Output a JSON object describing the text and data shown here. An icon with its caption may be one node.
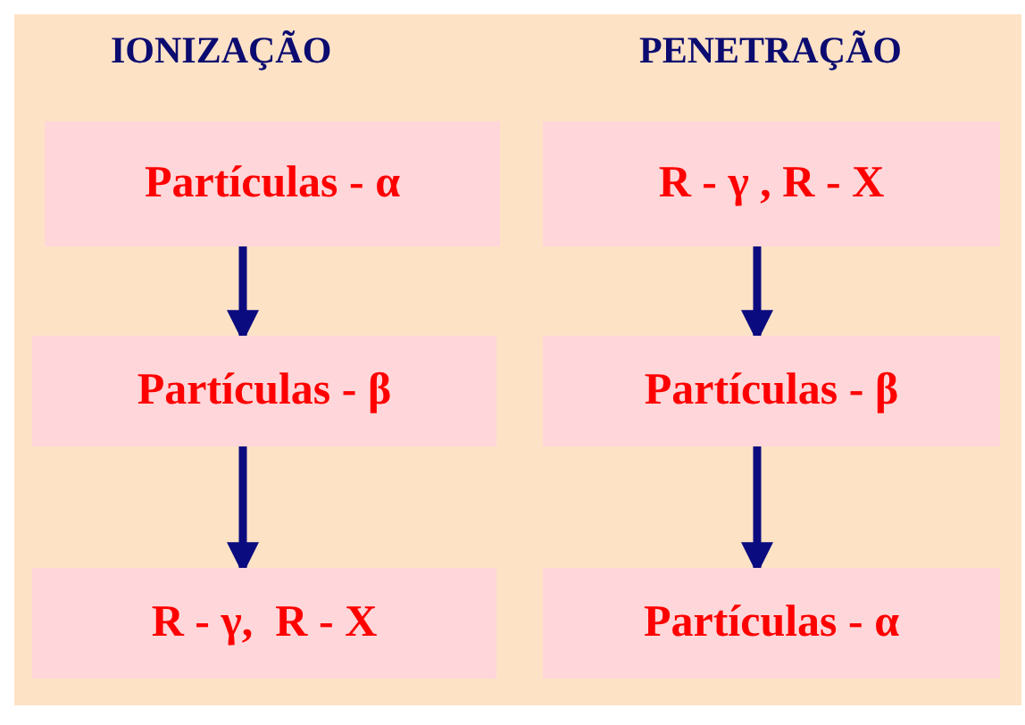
{
  "diagram": {
    "nodes": [
      {
        "text": [
          "Partículas - α"
        ]
      },
      {
        "text": [
          "Partículas - β"
        ]
      },
      {
        "text": [
          "R - γ,  R - X"
        ]
      },
      {
        "text": [
          "R - γ , R - X"
        ]
      },
      {
        "text": [
          "Partículas - β"
        ]
      },
      {
        "text": [
          "Partículas - α"
        ]
      }
    ],
    "edges": [
      {
        "from": 0,
        "to": 1,
        "arrow": "to"
      },
      {
        "from": 1,
        "to": 2,
        "arrow": "to"
      },
      {
        "from": 3,
        "to": 4,
        "arrow": "to"
      },
      {
        "from": 4,
        "to": 5,
        "arrow": "to"
      }
    ],
    "labels": [
      "IONIZAÇÃO",
      "PENETRAÇÃO"
    ]
  }
}
